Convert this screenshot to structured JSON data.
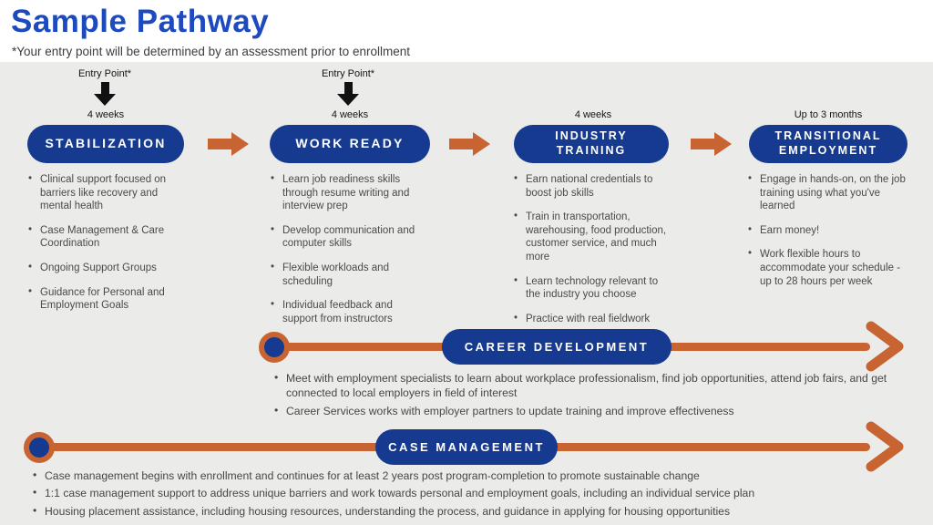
{
  "header": {
    "title": "Sample Pathway",
    "subtitle": "*Your entry point will be determined by an assessment prior to enrollment"
  },
  "entry_point": {
    "label": "Entry Point*"
  },
  "stages": [
    {
      "duration": "4 weeks",
      "name": "STABILIZATION",
      "bullets": [
        "Clinical support focused on barriers like recovery and mental health",
        "Case Management & Care Coordination",
        "Ongoing Support Groups",
        "Guidance for Personal and Employment Goals"
      ]
    },
    {
      "duration": "4 weeks",
      "name": "WORK READY",
      "bullets": [
        "Learn job readiness skills through resume writing and interview prep",
        "Develop communication and computer skills",
        "Flexible workloads and scheduling",
        "Individual feedback and support from instructors"
      ]
    },
    {
      "duration": "4 weeks",
      "name": "INDUSTRY TRAINING",
      "bullets": [
        "Earn national credentials to boost job skills",
        "Train in transportation, warehousing, food production, customer service, and much more",
        "Learn technology relevant to the industry you choose",
        "Practice with real fieldwork"
      ]
    },
    {
      "duration": "Up to 3 months",
      "name": "TRANSITIONAL EMPLOYMENT",
      "bullets": [
        "Engage in hands-on, on the job training using what you've learned",
        "Earn money!",
        "Work flexible hours to accommodate your schedule - up to 28 hours per week"
      ]
    }
  ],
  "tracks": [
    {
      "name": "CAREER DEVELOPMENT",
      "bullets": [
        "Meet with employment specialists to learn about workplace professionalism, find job opportunities, attend job fairs, and get connected to local employers in field of interest",
        "Career Services works with employer partners to update training and improve effectiveness"
      ]
    },
    {
      "name": "CASE MANAGEMENT",
      "bullets": [
        "Case management begins with enrollment and continues for at least 2 years post program-completion to promote sustainable change",
        "1:1 case management support to address unique barriers and work towards personal and employment goals, including an individual service plan",
        "Housing placement assistance, including housing resources, understanding the process, and guidance in applying for housing opportunities"
      ]
    }
  ],
  "colors": {
    "navy": "#153a8f",
    "orange": "#c86432",
    "title_blue": "#1d4abe",
    "panel_gray": "#ebebea",
    "body_text": "#4a4a4a",
    "label_black": "#141414"
  }
}
